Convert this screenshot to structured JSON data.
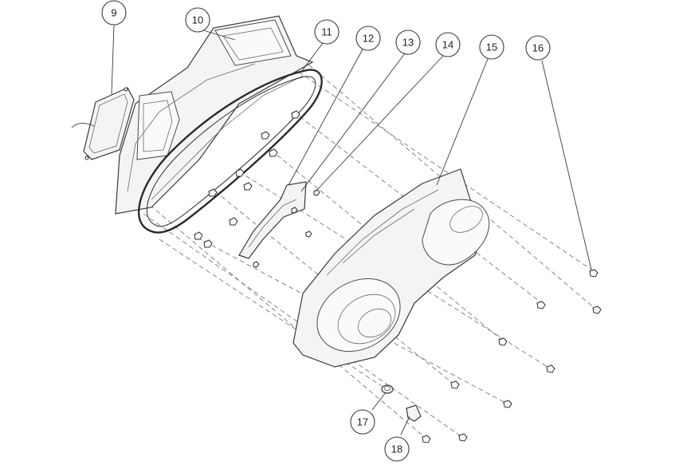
{
  "callouts": [
    {
      "id": "c9",
      "label": "9"
    },
    {
      "id": "c10",
      "label": "10"
    },
    {
      "id": "c11",
      "label": "11"
    },
    {
      "id": "c12",
      "label": "12"
    },
    {
      "id": "c13",
      "label": "13"
    },
    {
      "id": "c14",
      "label": "14"
    },
    {
      "id": "c15",
      "label": "15"
    },
    {
      "id": "c16",
      "label": "16"
    },
    {
      "id": "c17",
      "label": "17"
    },
    {
      "id": "c18",
      "label": "18"
    }
  ],
  "colors": {
    "line": "#3a3a3a",
    "part_fill": "#f4f4f4",
    "background": "#ffffff"
  }
}
